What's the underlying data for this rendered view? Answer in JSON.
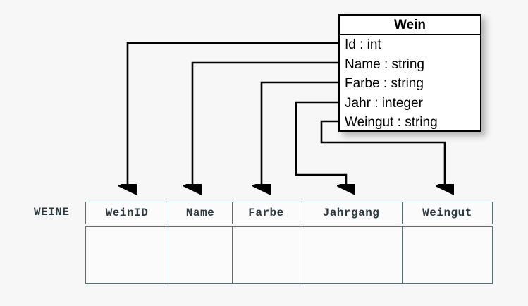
{
  "diagram": {
    "title_text": "Wein",
    "background_color": "#f7f7f7",
    "line_color": "#000000",
    "table_border_color": "#5c6f77",
    "table_text_color": "#2b3a42"
  },
  "class_box": {
    "name": "Wein",
    "attributes": [
      {
        "label": "Id : int",
        "name": "Id",
        "type": "int"
      },
      {
        "label": "Name : string",
        "name": "Name",
        "type": "string"
      },
      {
        "label": "Farbe : string",
        "name": "Farbe",
        "type": "string"
      },
      {
        "label": "Jahr : integer",
        "name": "Jahr",
        "type": "integer"
      },
      {
        "label": "Weingut : string",
        "name": "Weingut",
        "type": "string"
      }
    ]
  },
  "relational_table": {
    "table_name": "WEINE",
    "columns": [
      {
        "header": "WeinID",
        "width": 117
      },
      {
        "header": "Name",
        "width": 91
      },
      {
        "header": "Farbe",
        "width": 96
      },
      {
        "header": "Jahrgang",
        "width": 145
      },
      {
        "header": "Weingut",
        "width": 127
      }
    ],
    "rows": [
      {
        "cells": [
          "",
          "",
          "",
          "",
          ""
        ]
      }
    ]
  },
  "mappings": [
    {
      "from": "Id : int",
      "to": "WeinID",
      "arrow": "down-arrow-icon"
    },
    {
      "from": "Name : string",
      "to": "Name",
      "arrow": "down-arrow-icon"
    },
    {
      "from": "Farbe : string",
      "to": "Farbe",
      "arrow": "down-arrow-icon"
    },
    {
      "from": "Jahr : integer",
      "to": "Jahrgang",
      "arrow": "down-arrow-icon"
    },
    {
      "from": "Weingut : string",
      "to": "Weingut",
      "arrow": "down-arrow-icon"
    }
  ]
}
